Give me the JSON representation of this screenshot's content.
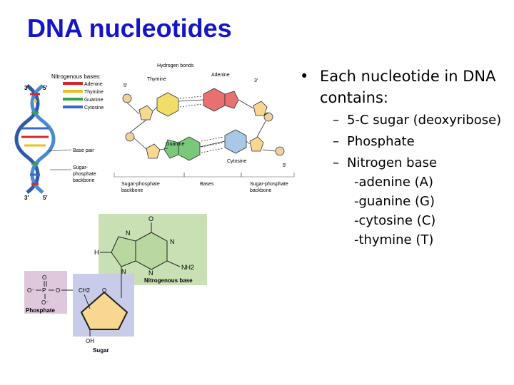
{
  "slide": {
    "title": "DNA nucleotides",
    "bullet": "Each nucleotide in DNA contains:",
    "subitems": [
      "5-C sugar (deoxyribose)",
      "Phosphate",
      "Nitrogen base"
    ],
    "bases": [
      "-adenine (A)",
      "-guanine (G)",
      "-cytosine (C)",
      "-thymine (T)"
    ]
  },
  "figure_top": {
    "legend_title": "Nitrogenous bases:",
    "legend": [
      {
        "label": "Adenine",
        "color": "#d62828"
      },
      {
        "label": "Thymine",
        "color": "#e8c020"
      },
      {
        "label": "Guanine",
        "color": "#3fa03f"
      },
      {
        "label": "Cytosine",
        "color": "#3a68c8"
      }
    ],
    "base_pair": "Base pair",
    "backbone_line1": "Sugar-",
    "backbone_line2": "phosphate",
    "backbone_line3": "backbone",
    "hydrogen_bonds": "Hydrogen bonds",
    "thymine": "Thymine",
    "adenine": "Adenine",
    "guanine": "Guanine",
    "cytosine": "Cytosine",
    "five_prime": "5′",
    "three_prime": "3′",
    "bottom_left_1": "Sugar-phosphate",
    "bottom_left_2": "backbone",
    "bottom_mid": "Bases",
    "bottom_right_1": "Sugar-phosphate",
    "bottom_right_2": "backbone"
  },
  "figure_bottom": {
    "nitrogenous_base": "Nitrogenous base",
    "phosphate": "Phosphate",
    "sugar": "Sugar",
    "ch2": "CH2",
    "oh": "OH",
    "nh2": "NH2",
    "o": "O",
    "n": "N",
    "h": "H"
  },
  "colors": {
    "title": "#1414c8",
    "base_panel": "#c8e0b4",
    "phosphate_panel": "#e0c8dc",
    "sugar_panel": "#c8cce8",
    "sugar_fill": "#f8d890"
  }
}
